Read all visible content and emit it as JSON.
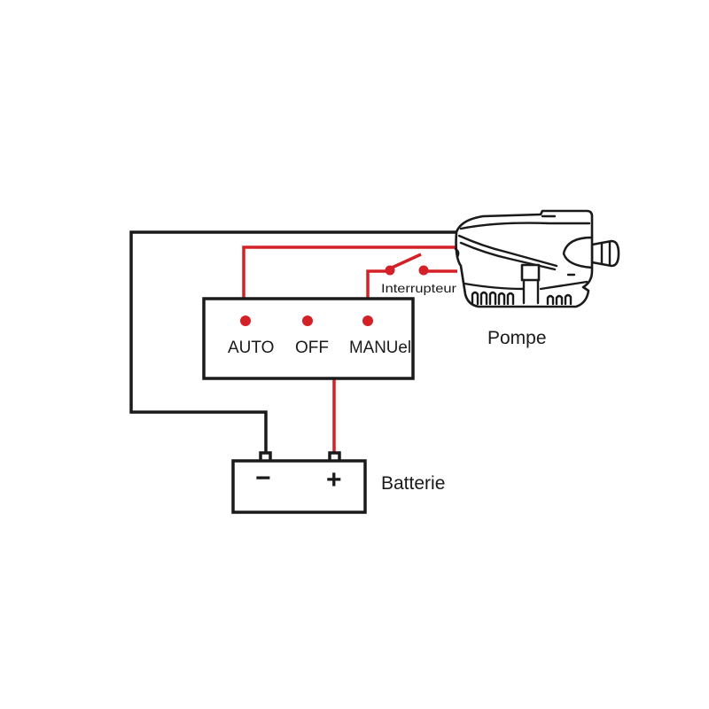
{
  "colors": {
    "wire_positive": "#d42027",
    "wire_negative": "#1a1a1a",
    "background": "#ffffff"
  },
  "switch_panel": {
    "positions": [
      {
        "label": "AUTO"
      },
      {
        "label": "OFF"
      },
      {
        "label": "MANUel"
      }
    ]
  },
  "float_switch": {
    "label": "Interrupteur"
  },
  "pump": {
    "label": "Pompe"
  },
  "battery": {
    "label": "Batterie",
    "negative_symbol": "−",
    "positive_symbol": "+"
  }
}
